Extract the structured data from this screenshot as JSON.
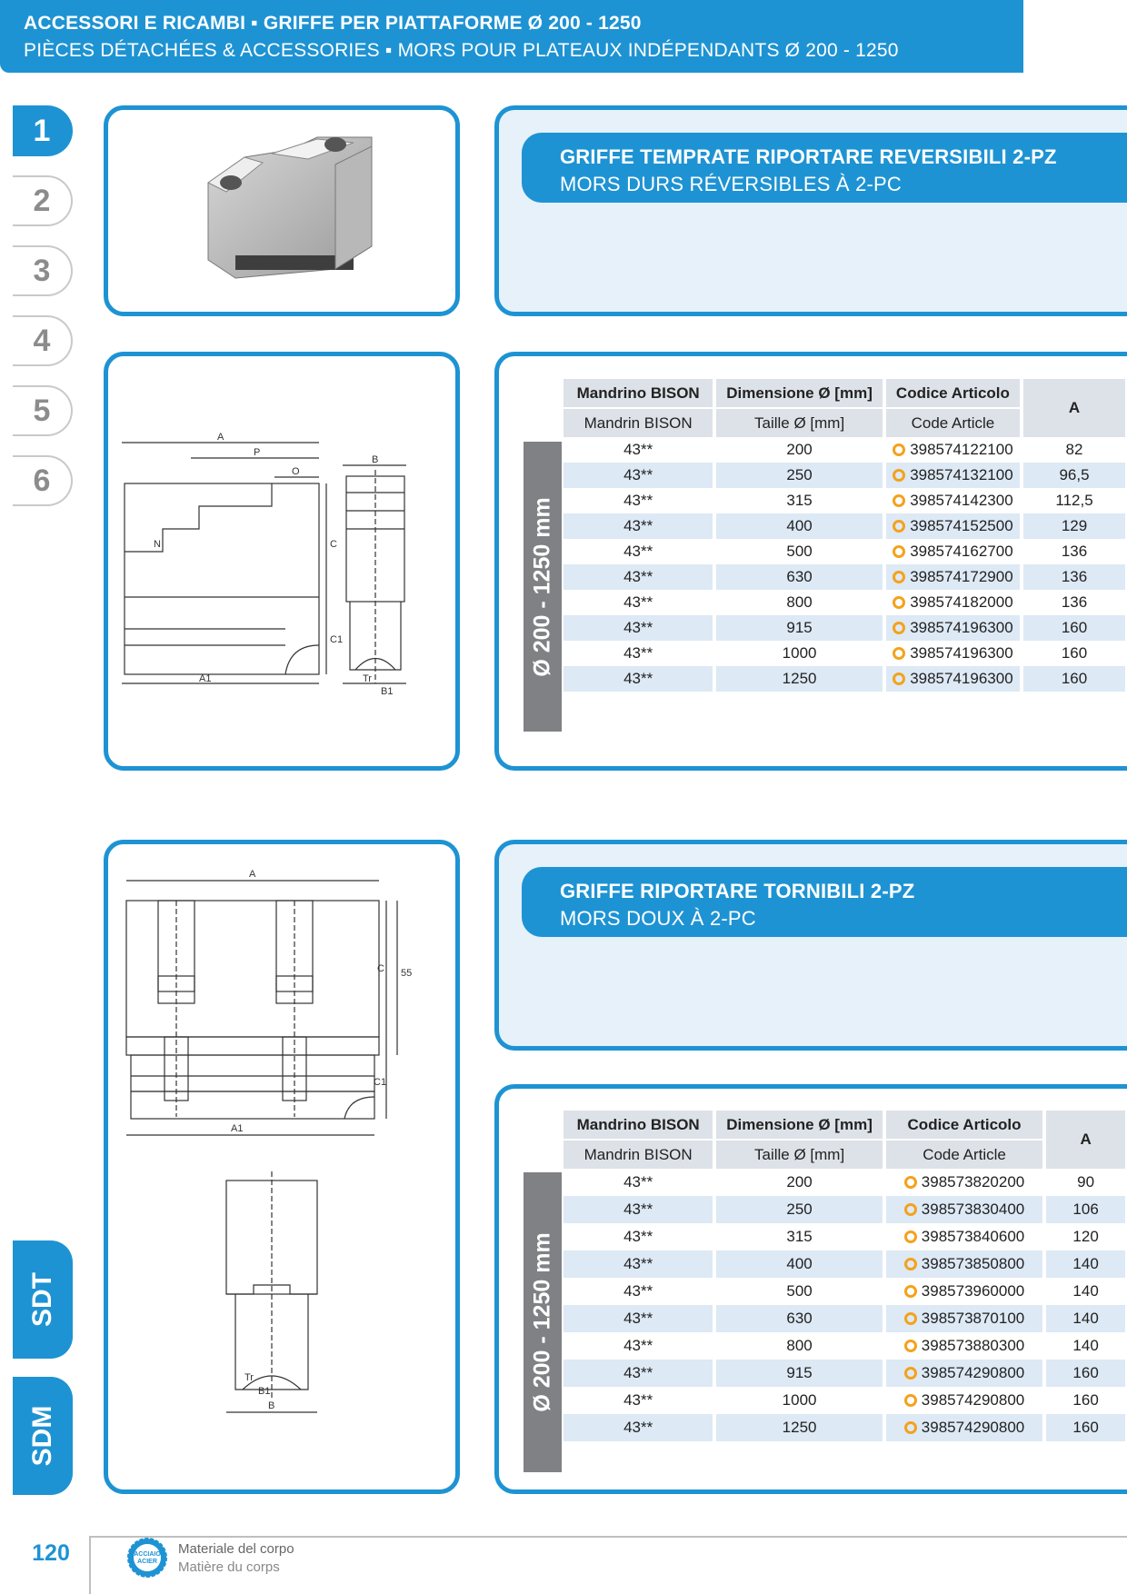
{
  "header": {
    "line1": "ACCESSORI E RICAMBI ▪ GRIFFE PER PIATTAFORME Ø 200 - 1250",
    "line2": "PIÈCES DÉTACHÉES & ACCESSORIES ▪ MORS POUR PLATEAUX INDÉPENDANTS Ø 200 - 1250"
  },
  "side_tabs": [
    "1",
    "2",
    "3",
    "4",
    "5",
    "6"
  ],
  "side_tabs_active": "1",
  "side_labels": [
    "SDT",
    "SDM"
  ],
  "section1": {
    "title_it": "GRIFFE TEMPRATE RIPORTARE REVERSIBILI 2-PZ",
    "title_fr": "MORS DURS RÉVERSIBLES À 2-PC",
    "range_label": "Ø 200 - 1250 mm",
    "drawing_labels": {
      "A": "A",
      "P": "P",
      "O": "O",
      "N": "N",
      "C": "C",
      "C1": "C1",
      "A1": "A1",
      "B": "B",
      "B1": "B1",
      "Tr": "Tr"
    },
    "headers_it": [
      "Mandrino BISON",
      "Dimensione Ø [mm]",
      "Codice Articolo",
      "A"
    ],
    "headers_fr": [
      "Mandrin BISON",
      "Taille Ø [mm]",
      "Code Article"
    ],
    "rows": [
      {
        "mandrel": "43**",
        "size": "200",
        "code": "398574122100",
        "a": "82"
      },
      {
        "mandrel": "43**",
        "size": "250",
        "code": "398574132100",
        "a": "96,5"
      },
      {
        "mandrel": "43**",
        "size": "315",
        "code": "398574142300",
        "a": "112,5"
      },
      {
        "mandrel": "43**",
        "size": "400",
        "code": "398574152500",
        "a": "129"
      },
      {
        "mandrel": "43**",
        "size": "500",
        "code": "398574162700",
        "a": "136"
      },
      {
        "mandrel": "43**",
        "size": "630",
        "code": "398574172900",
        "a": "136"
      },
      {
        "mandrel": "43**",
        "size": "800",
        "code": "398574182000",
        "a": "136"
      },
      {
        "mandrel": "43**",
        "size": "915",
        "code": "398574196300",
        "a": "160"
      },
      {
        "mandrel": "43**",
        "size": "1000",
        "code": "398574196300",
        "a": "160"
      },
      {
        "mandrel": "43**",
        "size": "1250",
        "code": "398574196300",
        "a": "160"
      }
    ]
  },
  "section2": {
    "title_it": "GRIFFE RIPORTARE TORNIBILI 2-PZ",
    "title_fr": "MORS DOUX À 2-PC",
    "range_label": "Ø 200 - 1250 mm",
    "drawing_labels": {
      "A": "A",
      "C": "C",
      "d55": "55",
      "C1": "C1",
      "A1": "A1",
      "Tr": "Tr",
      "B1": "B1",
      "B": "B"
    },
    "headers_it": [
      "Mandrino BISON",
      "Dimensione Ø [mm]",
      "Codice Articolo",
      "A"
    ],
    "headers_fr": [
      "Mandrin BISON",
      "Taille Ø [mm]",
      "Code Article"
    ],
    "rows": [
      {
        "mandrel": "43**",
        "size": "200",
        "code": "398573820200",
        "a": "90"
      },
      {
        "mandrel": "43**",
        "size": "250",
        "code": "398573830400",
        "a": "106"
      },
      {
        "mandrel": "43**",
        "size": "315",
        "code": "398573840600",
        "a": "120"
      },
      {
        "mandrel": "43**",
        "size": "400",
        "code": "398573850800",
        "a": "140"
      },
      {
        "mandrel": "43**",
        "size": "500",
        "code": "398573960000",
        "a": "140"
      },
      {
        "mandrel": "43**",
        "size": "630",
        "code": "398573870100",
        "a": "140"
      },
      {
        "mandrel": "43**",
        "size": "800",
        "code": "398573880300",
        "a": "140"
      },
      {
        "mandrel": "43**",
        "size": "915",
        "code": "398574290800",
        "a": "160"
      },
      {
        "mandrel": "43**",
        "size": "1000",
        "code": "398574290800",
        "a": "160"
      },
      {
        "mandrel": "43**",
        "size": "1250",
        "code": "398574290800",
        "a": "160"
      }
    ]
  },
  "footer": {
    "page_number": "120",
    "logo_text_1": "ACCIAIO",
    "logo_text_2": "ACIER",
    "material_it": "Materiale del corpo",
    "material_fr": "Matière du corps"
  },
  "colors": {
    "accent": "#1e93d3",
    "code_dot": "#f4a21b",
    "row_alt": "#dde9f5",
    "range_bar": "#808185"
  }
}
